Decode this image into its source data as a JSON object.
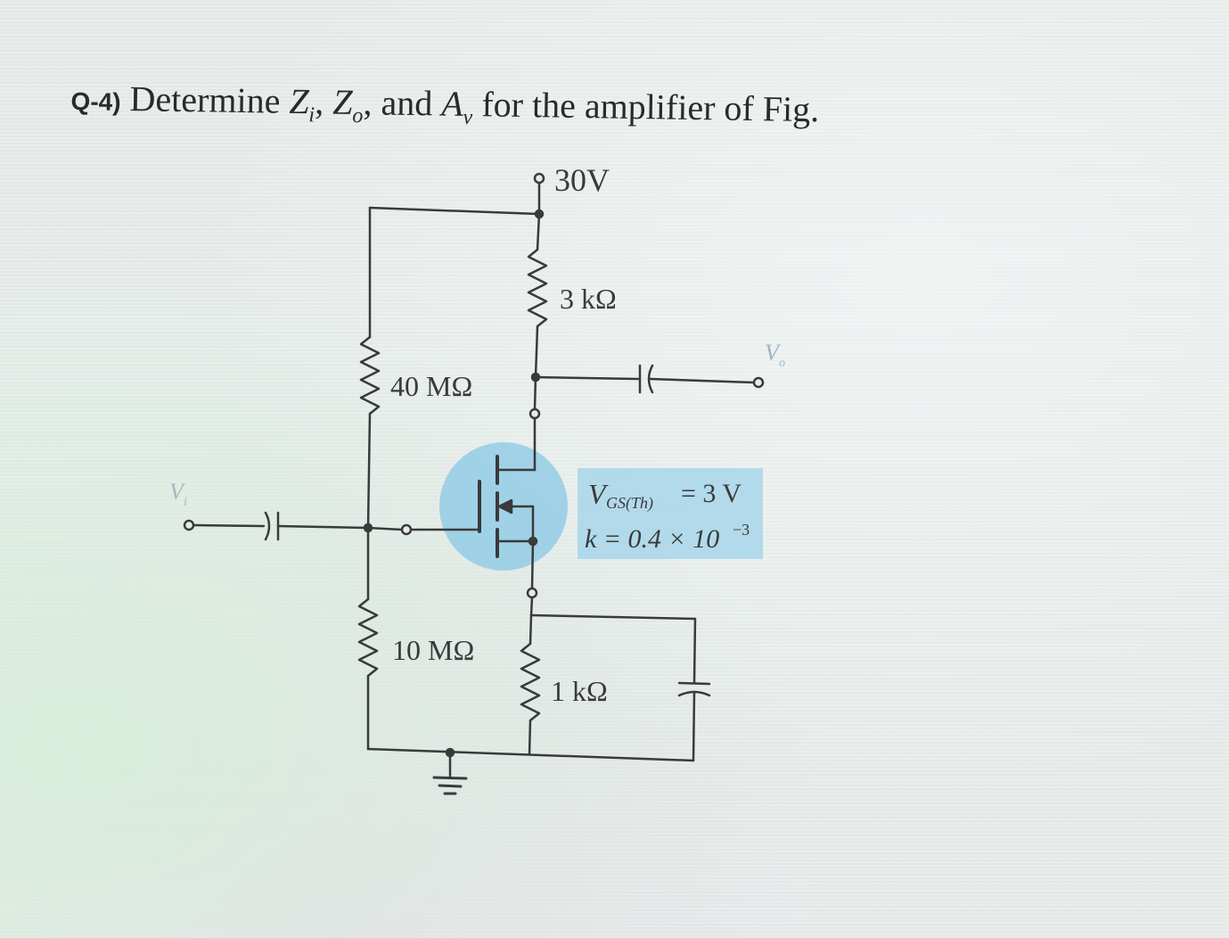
{
  "question": {
    "number": "Q-4)",
    "text_before": "Determine",
    "zi": "Z",
    "zi_sub": "i",
    "zo": "Z",
    "zo_sub": "o",
    "and": "and",
    "av": "A",
    "av_sub": "v",
    "text_after": "for the amplifier of Fig."
  },
  "circuit": {
    "supply": "30V",
    "rd": "3 kΩ",
    "r1": "40 MΩ",
    "r2": "10 MΩ",
    "rs": "1 kΩ",
    "vi": "V",
    "vi_sub": "i",
    "vo": "V",
    "vo_sub": "o",
    "vgs_v": "V",
    "vgs_sub": "GS(Th)",
    "vgs_eq": "= 3 V",
    "k_line": "k = 0.4 × 10",
    "k_exp": "−3"
  },
  "colors": {
    "wire": "#3a3a3a",
    "highlight": "#8fcbe6",
    "label_box": "#a8d6ea"
  }
}
